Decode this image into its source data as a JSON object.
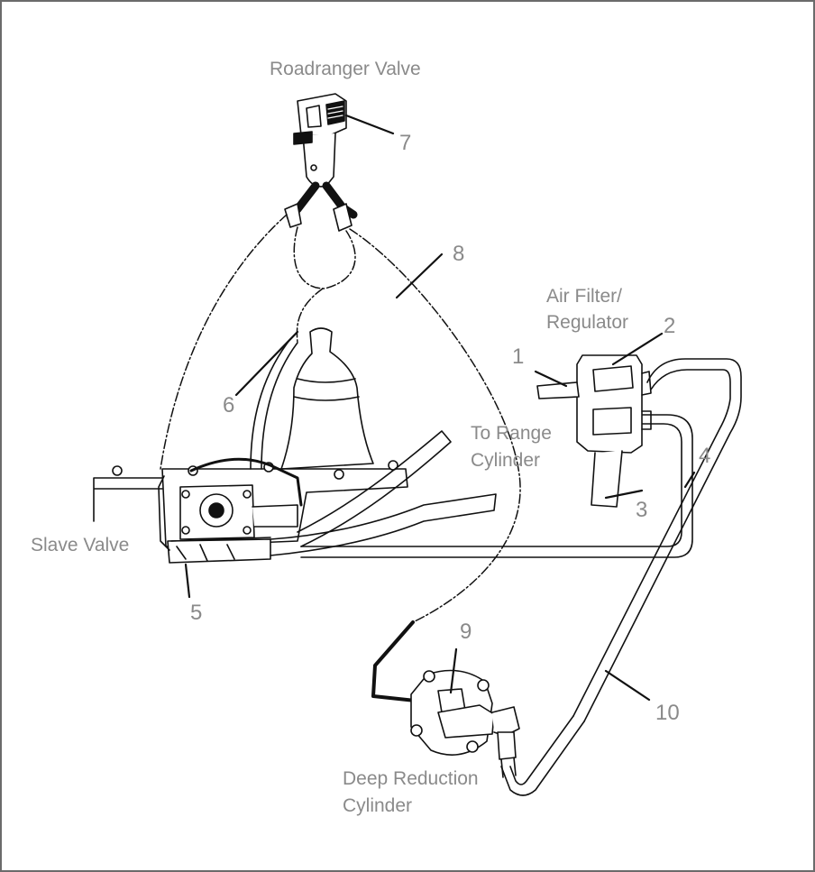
{
  "labels": {
    "roadranger": "Roadranger Valve",
    "air_filter_1": "Air Filter/",
    "air_filter_2": "Regulator",
    "to_range_1": "To Range",
    "to_range_2": "Cylinder",
    "slave_valve": "Slave Valve",
    "deep_reduction_1": "Deep Reduction",
    "deep_reduction_2": "Cylinder"
  },
  "callouts": [
    "1",
    "2",
    "3",
    "4",
    "5",
    "6",
    "7",
    "8",
    "9",
    "10"
  ],
  "colors": {
    "line": "#111111",
    "label": "#8a8a8a",
    "border": "#6b6b6b"
  }
}
